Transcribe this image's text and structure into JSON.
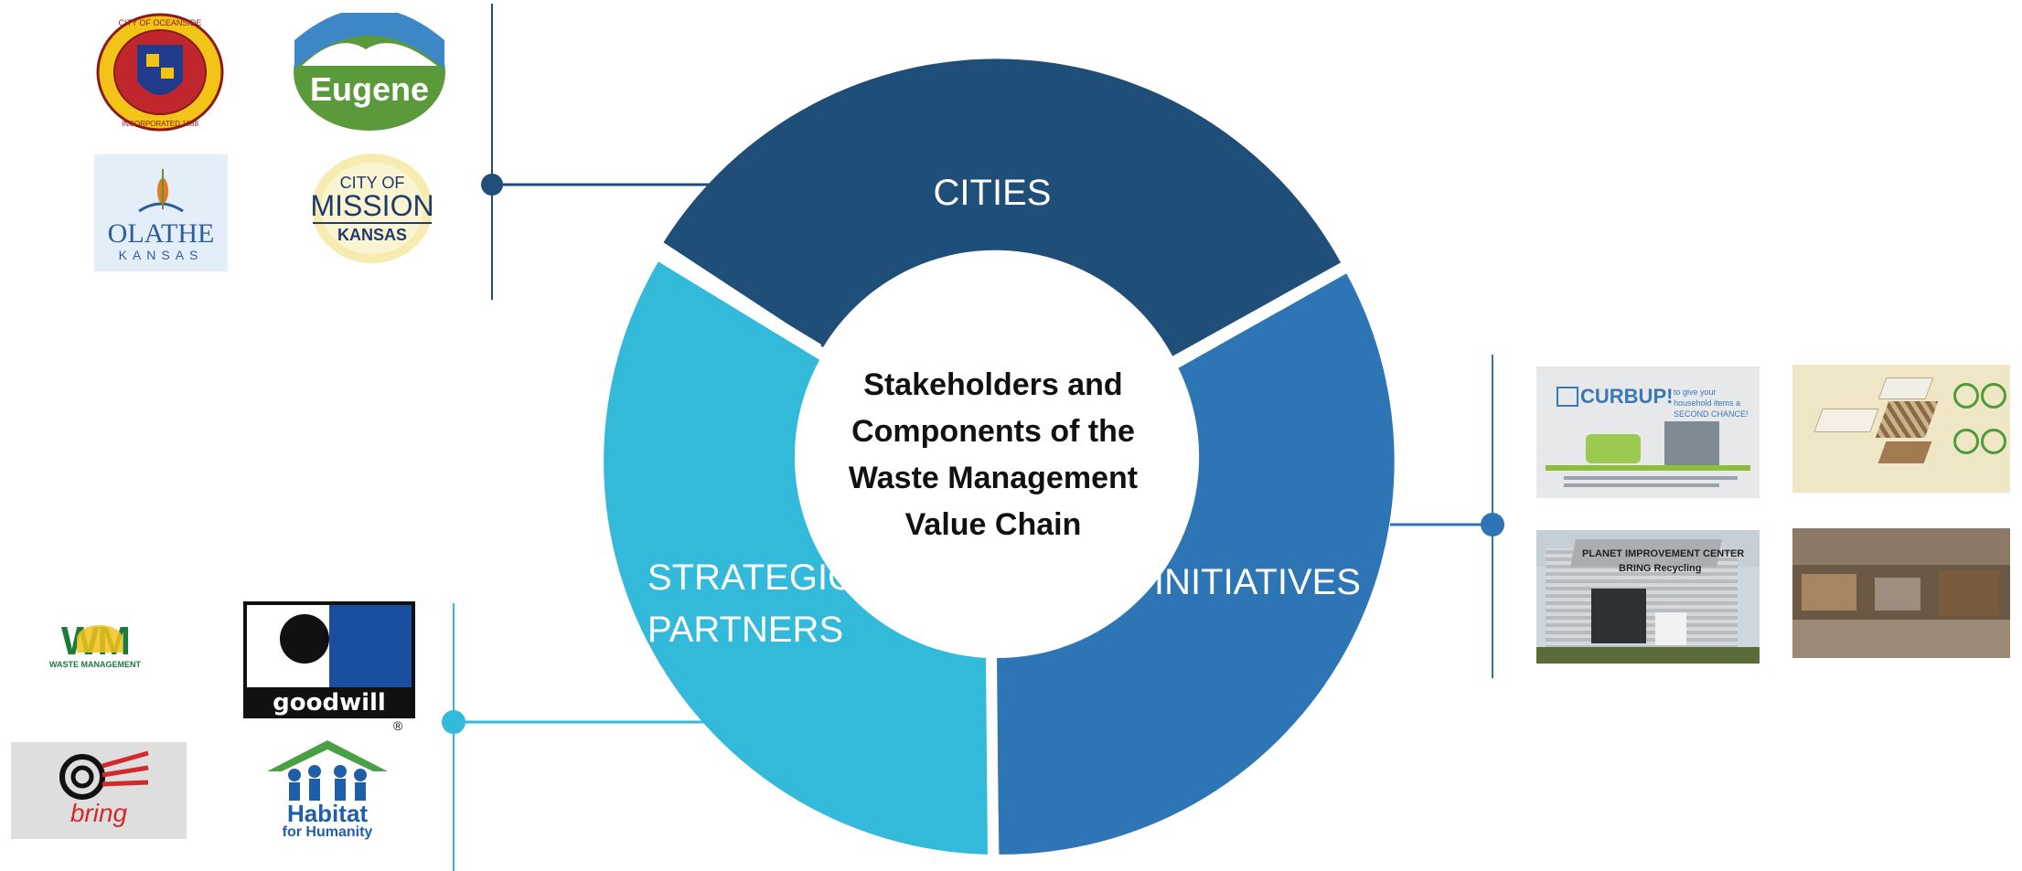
{
  "diagram": {
    "center_title_lines": [
      "Stakeholders and",
      "Components of the",
      "Waste Management",
      "Value Chain"
    ],
    "segments": {
      "cities": {
        "label": "CITIES"
      },
      "initiatives": {
        "label": "INITIATIVES"
      },
      "partners": {
        "label_lines": [
          "STRATEGIC",
          "PARTNERS"
        ]
      }
    },
    "colors": {
      "cities": "#1f4e79",
      "initiatives": "#2e75b6",
      "partners": "#33b9d9"
    }
  },
  "cities_logos": {
    "oceanside": {
      "ring_text": "CITY OF OCEANSIDE",
      "bottom_text": "INCORPORATED 1888"
    },
    "eugene": {
      "text": "Eugene"
    },
    "olathe": {
      "name": "OLATHE",
      "state": "KANSAS"
    },
    "mission": {
      "top": "CITY OF",
      "name": "MISSION",
      "state": "KANSAS"
    }
  },
  "initiatives_images": {
    "curbup": {
      "title": "CURBUP!",
      "tagline": "to give your household items a SECOND CHANCE!"
    },
    "reuse": {
      "label": "reuse diagram"
    },
    "planet": {
      "sign": "PLANET IMPROVEMENT CENTER",
      "sign2": "BRING Recycling"
    },
    "warehouse": {
      "label": "warehouse"
    }
  },
  "partners_logos": {
    "wm": {
      "mark": "WM",
      "text": "WASTE MANAGEMENT"
    },
    "goodwill": {
      "text": "goodwill",
      "mark": "®"
    },
    "bring": {
      "text": "bring"
    },
    "habitat": {
      "line1": "Habitat",
      "line2": "for Humanity"
    }
  }
}
